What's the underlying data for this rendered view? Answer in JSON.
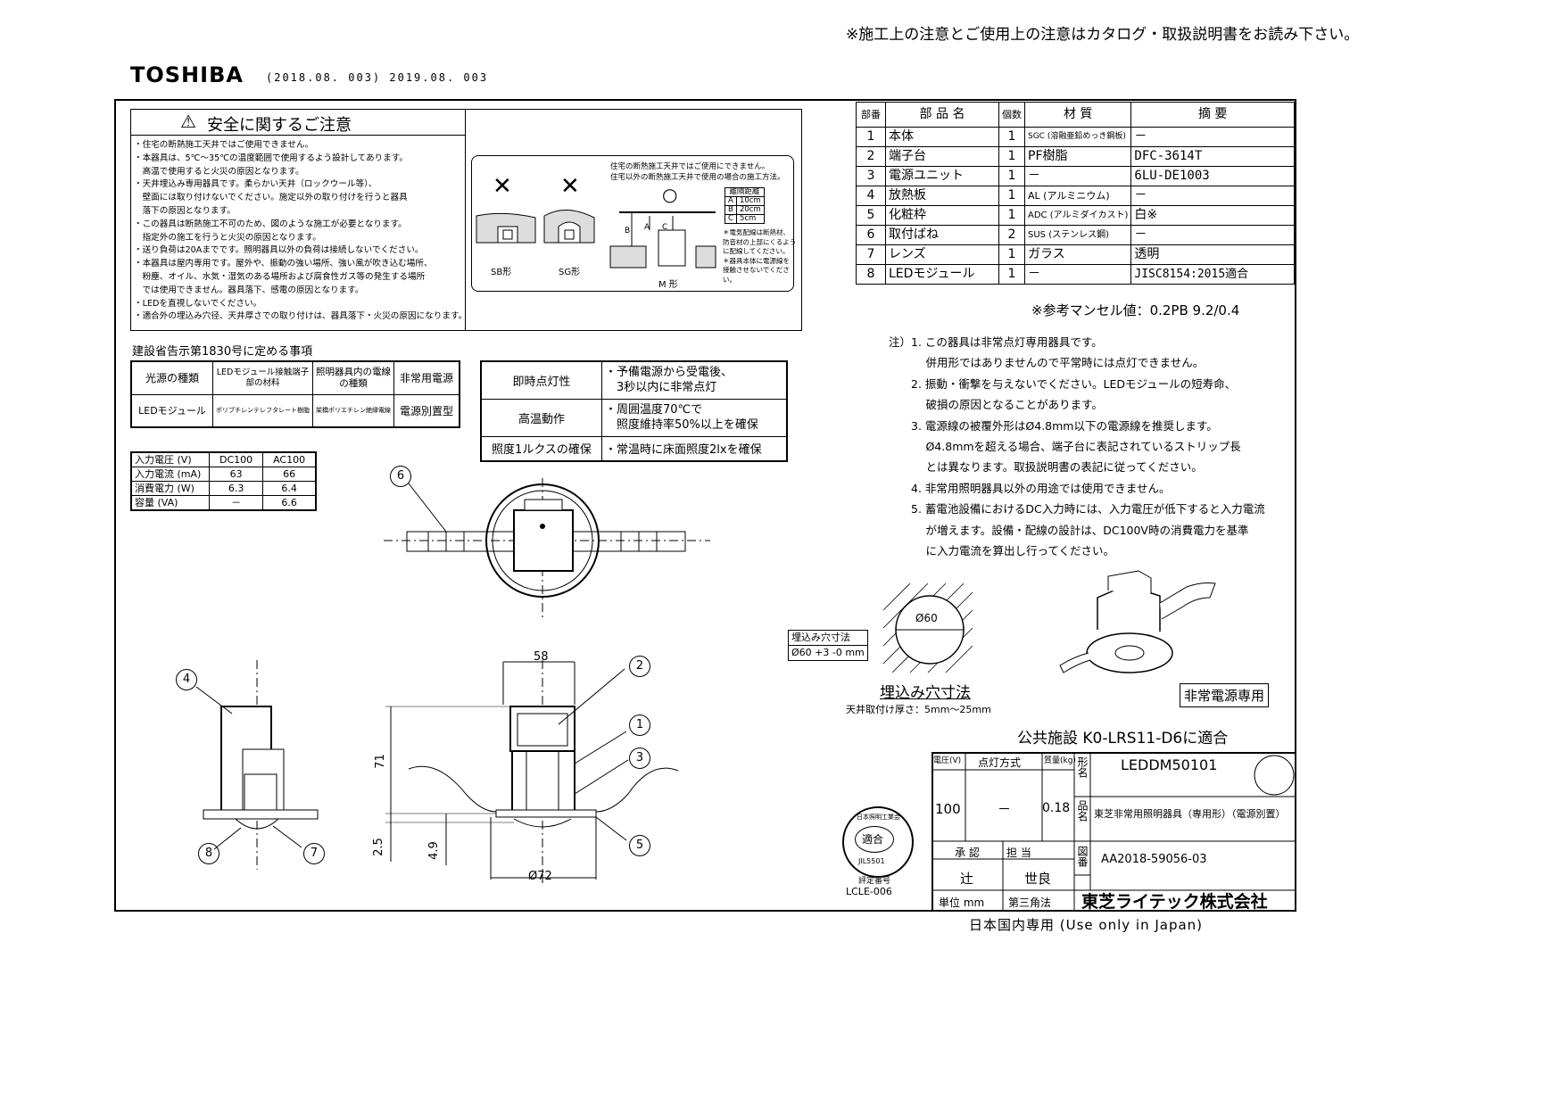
{
  "top_notice": "※施工上の注意とご使用上の注意はカタログ・取扱説明書をお読み下さい。",
  "logo": "TOSHIBA",
  "revision": "(2018.08. 003) 2019.08. 003",
  "safety": {
    "title": "安全に関するご注意",
    "lines": [
      "・住宅の断熱施工天井ではご使用できません。",
      "・本器具は、5℃～35℃の温度範囲で使用するよう設計してあります。",
      "　高温で使用すると火災の原因となります。",
      "・天井埋込み専用器具です。柔らかい天井（ロックウール等）、",
      "　壁面には取り付けないでください。施定以外の取り付けを行うと器具",
      "　落下の原因となります。",
      "・この器具は断熱施工不可のため、図のような施工が必要となります。",
      "　指定外の施工を行うと火災の原因となります。",
      "・送り負荷は20Aまでです。照明器具以外の負荷は接続しないでください。",
      "・本器具は屋内専用です。屋外や、振動の強い場所、強い風が吹き込む場所、",
      "　粉塵、オイル、水気・湿気のある場所および腐食性ガス等の発生する場所",
      "　では使用できません。器具落下、感電の原因となります。",
      "・LEDを直視しないでください。",
      "・適合外の埋込み穴径、天井厚さでの取り付けは、器具落下・火災の原因になります。"
    ],
    "diagram_caption": [
      "住宅の断熱施工天井ではご使用にできません。",
      "住宅以外の断熱施工天井で使用の場合の施工方法。"
    ],
    "types": [
      "SB形",
      "SG形",
      "M 形"
    ],
    "distance_header": "離隔距離",
    "distances": [
      {
        "k": "A",
        "v": "10cm"
      },
      {
        "k": "B",
        "v": "20cm"
      },
      {
        "k": "C",
        "v": "5cm"
      }
    ],
    "wiring_notes": [
      "＊電気配線は断熱材、",
      "防音材の上部にくるよう",
      "に配線してください。",
      "＊器具本体に電源線を",
      "接触させないでくださ",
      "い。"
    ]
  },
  "parts": {
    "headers": [
      "部番",
      "部 品 名",
      "個数",
      "材 質",
      "摘 要"
    ],
    "rows": [
      [
        "1",
        "本体",
        "1",
        "SGC (溶融亜鉛めっき鋼板)",
        "－"
      ],
      [
        "2",
        "端子台",
        "1",
        "PF樹脂",
        "DFC-3614T"
      ],
      [
        "3",
        "電源ユニット",
        "1",
        "－",
        "6LU-DE1003"
      ],
      [
        "4",
        "放熱板",
        "1",
        "AL (アルミニウム)",
        "－"
      ],
      [
        "5",
        "化粧枠",
        "1",
        "ADC (アルミダイカスト)",
        "白※"
      ],
      [
        "6",
        "取付ばね",
        "2",
        "SUS (ステンレス鋼)",
        "－"
      ],
      [
        "7",
        "レンズ",
        "1",
        "ガラス",
        "透明"
      ],
      [
        "8",
        "LEDモジュール",
        "1",
        "－",
        "JISC8154:2015適合"
      ]
    ],
    "munsell": "※参考マンセル値：0.2PB 9.2/0.4"
  },
  "notes": [
    "注）1. この器具は非常点灯専用器具です。",
    "　　　 併用形ではありませんので平常時には点灯できません。",
    "　　2. 振動・衝撃を与えないでください。LEDモジュールの短寿命、",
    "　　　 破損の原因となることがあります。",
    "　　3. 電源線の被覆外形はØ4.8mm以下の電源線を推奨します。",
    "　　　 Ø4.8mmを超える場合、端子台に表記されているストリップ長",
    "　　　 とは異なります。取扱説明書の表記に従ってください。",
    "　　4. 非常用照明器具以外の用途では使用できません。",
    "　　5. 蓄電池設備におけるDC入力時には、入力電圧が低下すると入力電流",
    "　　　 が増えます。設備・配線の設計は、DC100V時の消費電力を基準",
    "　　　 に入力電流を算出し行ってください。"
  ],
  "notice1830": {
    "title": "建設省告示第1830号に定める事項",
    "headers": [
      "光源の種類",
      "LEDモジュール接触端子部の材料",
      "照明器具内の電線の種類",
      "非常用電源"
    ],
    "values": [
      "LEDモジュール",
      "ポリブチレンテレフタレート樹脂",
      "架橋ポリエチレン絶縁電線",
      "電源別置型"
    ]
  },
  "performance": [
    {
      "k": "即時点灯性",
      "v": [
        "・予備電源から受電後、",
        "　3秒以内に非常点灯"
      ]
    },
    {
      "k": "高温動作",
      "v": [
        "・周囲温度70℃で",
        "　照度維持率50%以上を確保"
      ]
    },
    {
      "k": "照度1ルクスの確保",
      "v": [
        "・常温時に床面照度2lxを確保"
      ]
    }
  ],
  "electrical": {
    "headers": [
      "入力電圧 (V)",
      "DC100",
      "AC100"
    ],
    "rows": [
      [
        "入力電流 (mA)",
        "63",
        "66"
      ],
      [
        "消費電力 (W)",
        "6.3",
        "6.4"
      ],
      [
        "容量 (VA)",
        "－",
        "6.6"
      ]
    ]
  },
  "dimensions": {
    "width": "58",
    "height": "71",
    "d1": "2.5",
    "d2": "4.9",
    "diameter": "Ø72"
  },
  "cutout": {
    "label": "埋込み穴寸法",
    "value": "Ø60 +3 -0 mm",
    "circle": "Ø60",
    "title": "埋込み穴寸法",
    "thickness": "天井取付け厚さ：5mm～25mm"
  },
  "callouts": [
    "1",
    "2",
    "3",
    "4",
    "5",
    "6",
    "7",
    "8"
  ],
  "emergency_label": "非常電源専用",
  "public": "公共施設 K0-LRS11-D6に適合",
  "title_block": {
    "voltage_h": "電圧(V)",
    "method_h": "点灯方式",
    "mass_h": "質量(kg)",
    "model_h": "形名",
    "model": "LEDDM50101",
    "voltage": "100",
    "method": "－",
    "mass": "0.18",
    "name_h": "品名",
    "name": "東芝非常用照明器具（専用形）（電源別置）",
    "approve_h": "承 認",
    "charge_h": "担 当",
    "drawing_h": "図番",
    "drawing": "AA2018-59056-03",
    "approver": "辻",
    "charge": "世良",
    "unit": "単位 mm",
    "projection": "第三角法",
    "company": "東芝ライテック株式会社"
  },
  "seal": {
    "outer": "日本照明工業会",
    "inner": "適合",
    "code": "JIL5501",
    "eval": "評定番号",
    "number": "LCLE-006"
  },
  "footer": "日本国内専用 (Use only in Japan)"
}
